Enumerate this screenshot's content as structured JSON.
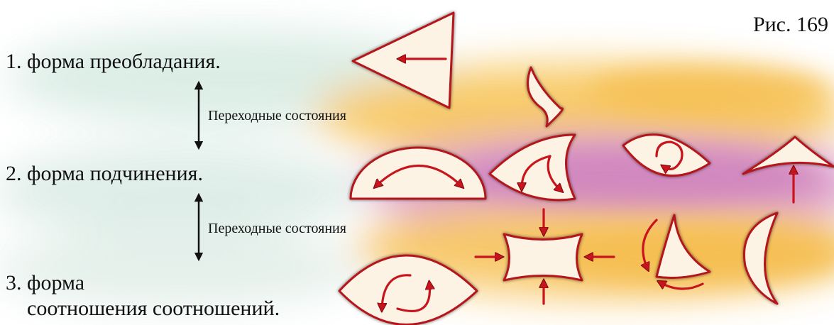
{
  "figure": {
    "label": "Рис. 169"
  },
  "levels": [
    {
      "text": "1. форма преобладания."
    },
    {
      "text": "2. форма подчинения."
    },
    {
      "text_line1": "3. форма",
      "text_line2": "соотношения соотношений."
    }
  ],
  "transitions": [
    {
      "text": "Переходные состояния"
    },
    {
      "text": "Переходные состояния"
    }
  ],
  "colors": {
    "shape_stroke": "#b5161e",
    "shape_fill_light": "#fdf0dc",
    "shape_fill_warm": "#f9dca0",
    "bg_green": "#dceee6",
    "bg_orange": "#f7c25a",
    "bg_pink": "#d78dc6",
    "arrow_fill": "#d42a2f"
  }
}
